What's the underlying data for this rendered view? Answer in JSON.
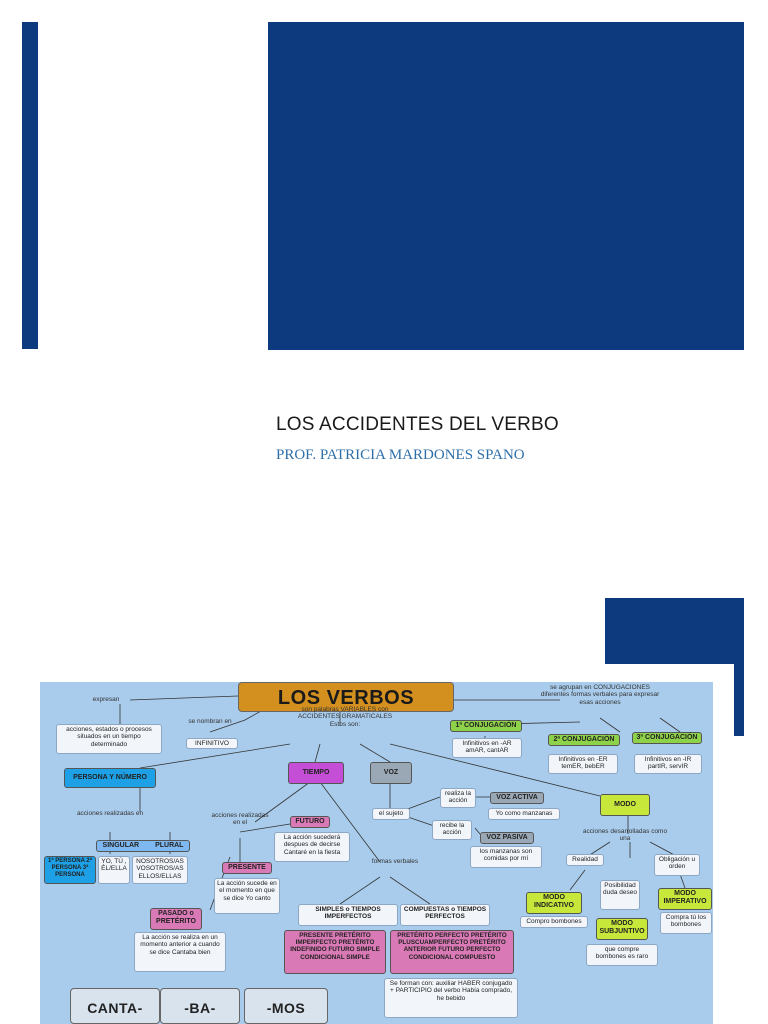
{
  "cover": {
    "title": "LOS ACCIDENTES DEL VERBO",
    "subtitle": "PROF.  PATRICIA MARDONES SPANO"
  },
  "colors": {
    "navy": "#0d3a7e",
    "map_background": "#a9ccec",
    "title_box": "#d4901f",
    "green": "#8ed24a",
    "purple": "#c44ed6",
    "blue": "#1ea0e6",
    "gray": "#9aa8b6",
    "pink": "#d979b5"
  },
  "concept_map": {
    "main": "LOS VERBOS",
    "expresan": "expresan",
    "acciones_estados": "acciones, estados o procesos situados en un tiempo determinado",
    "se_nombran_en": "se nombran en",
    "infinitivo": "INFINITIVO",
    "son_palabras": "son palabras VARIABLES con ACCIDENTES GRAMATICALES Estos son:",
    "se_agrupan": "se agrupan en CONJUGACIONES diferentes formas verbales para expresar esas acciones",
    "conj1": "1ª CONJUGACIÓN",
    "conj2": "2ª CONJUGACIÓN",
    "conj3": "3ª CONJUGACIÓN",
    "conj1_ex": "Infinitivos en -AR amAR, cantAR",
    "conj2_ex": "Infinitivos en -ER temER, bebER",
    "conj3_ex": "Infinitivos en -IR partIR, servIR",
    "persona_numero": "PERSONA Y NÚMERO",
    "acciones_realizadas": "acciones realizadas en",
    "singular": "SINGULAR",
    "plural": "PLURAL",
    "personas": "1ª PERSONA 2ª PERSONA 3ª PERSONA",
    "singular_ex": "YO, TÚ , ÉL/ELLA",
    "plural_ex": "NOSOTROS/AS VOSOTROS/AS ELLOS/ELLAS",
    "tiempo": "TIEMPO",
    "acciones_realizadas_el": "acciones realizadas en el",
    "futuro": "FUTURO",
    "futuro_ex": "La acción sucederá despues de decirse Cantaré en la fiesta",
    "presente": "PRESENTE",
    "presente_ex": "La acción sucede en el momento en que se dice Yo canto",
    "pasado": "PASADO o PRETÉRITO",
    "pasado_ex": "La acción se realiza en un momento anterior a cuando se dice Cantaba bien",
    "formas_verbales": "formas verbales",
    "simples": "SIMPLES o TIEMPOS IMPERFECTOS",
    "compuestas": "COMPUESTAS o TIEMPOS PERFECTOS",
    "simples_list": "PRESENTE PRETÉRITO IMPERFECTO PRETÉRITO INDEFINIDO FUTURO SIMPLE CONDICIONAL SIMPLE",
    "compuestas_list": "PRETÉRITO PERFECTO PRETÉRITO PLUSCUAMPERFECTO PRETÉRITO ANTERIOR FUTURO PERFECTO CONDICIONAL COMPUESTO",
    "se_forman": "Se forman con: auxiliar HABER conjugado + PARTICIPIO del verbo Había comprado, he bebido",
    "voz": "VOZ",
    "el_sujeto": "el sujeto",
    "realiza_accion": "realiza la acción",
    "recibe_accion": "recibe la acción",
    "voz_activa": "VOZ ACTIVA",
    "voz_pasiva": "VOZ PASIVA",
    "activa_ex": "Yo como manzanas",
    "pasiva_ex": "los manzanas son comidas por mí",
    "modo": "MODO",
    "acciones_desarrolladas": "acciones desarrolladas como una",
    "realidad": "Realidad",
    "posibilidad": "Posibilidad duda deseo",
    "obligacion": "Obligación u orden",
    "indicativo": "MODO INDICATIVO",
    "subjuntivo": "MODO SUBJUNTIVO",
    "imperativo": "MODO IMPERATIVO",
    "indicativo_ex": "Compro bombones",
    "subjuntivo_ex": "que compre bombones es raro",
    "imperativo_ex": "Compra tú los bombones",
    "canta": "CANTA-",
    "ba": "-BA-",
    "mos": "-MOS"
  }
}
